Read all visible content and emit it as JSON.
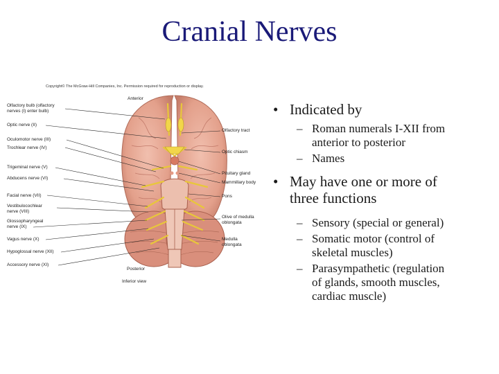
{
  "title": "Cranial Nerves",
  "figure": {
    "copyright": "Copyright© The McGraw-Hill Companies, Inc. Permission required for reproduction or display.",
    "orientation_top": "Anterior",
    "orientation_bottom": "Posterior",
    "view": "Inferior view",
    "left_labels": [
      "Olfactory bulb (olfactory",
      "nerves (I) enter bulb)",
      "Optic nerve (II)",
      "Oculomotor nerve (III)",
      "Trochlear nerve (IV)",
      "Trigeminal nerve (V)",
      "Abducens nerve (VI)",
      "Facial nerve (VII)",
      "Vestibulocochlear",
      "nerve (VIII)",
      "Glossopharyngeal",
      "nerve (IX)",
      "Vagus nerve (X)",
      "Hypoglossal nerve (XII)",
      "Accessory nerve (XI)"
    ],
    "right_labels": [
      "Olfactory tract",
      "Optic chiasm",
      "Pituitary gland",
      "Mammillary body",
      "Pons",
      "Olive of medulla",
      "oblongata",
      "Medulla",
      "oblongata"
    ]
  },
  "bullets": {
    "b1": "Indicated by",
    "b1_sub1a": "Roman numerals I-XII from",
    "b1_sub1b": "anterior to posterior",
    "b1_sub2": "Names",
    "b2a": "May have one or more of",
    "b2b": "three functions",
    "b2_sub1": "Sensory (special or general)",
    "b2_sub2a": "Somatic motor (control of",
    "b2_sub2b": "skeletal muscles)",
    "b2_sub3a": "Parasympathetic (regulation",
    "b2_sub3b": "of glands, smooth muscles,",
    "b2_sub3c": "cardiac muscle)"
  },
  "colors": {
    "title": "#1a1a78",
    "brain": "#e9a995",
    "brain_dark": "#c27a6a",
    "nerve": "#f2d64a",
    "leader": "#222222"
  }
}
